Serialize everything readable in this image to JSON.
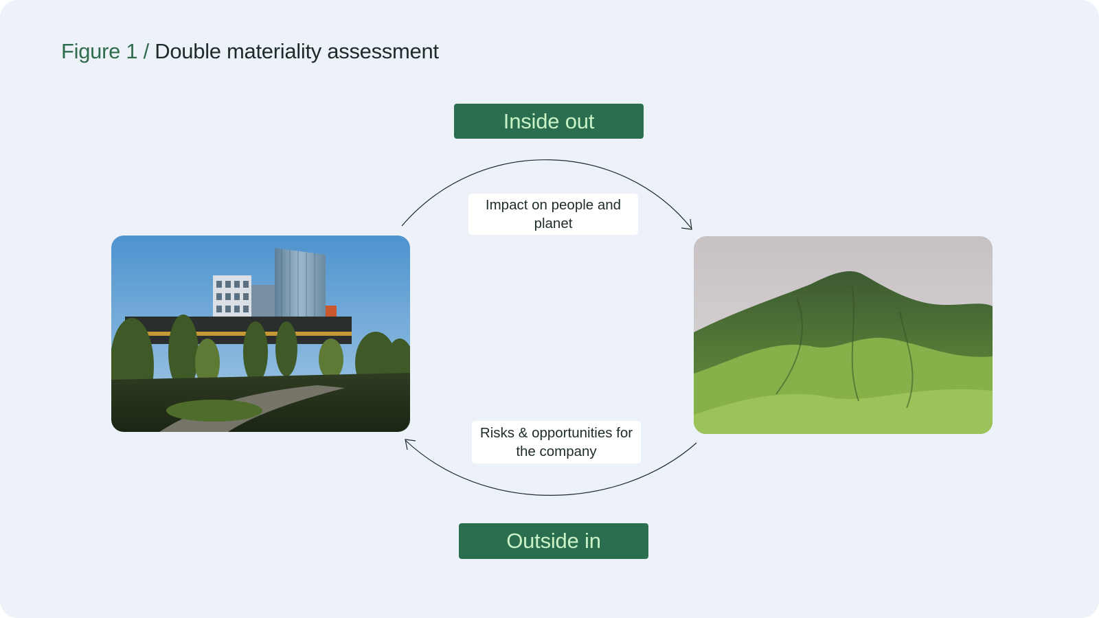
{
  "figure": {
    "prefix": "Figure 1 /",
    "title": "Double materiality assessment"
  },
  "inside_out": {
    "label": "Inside out",
    "arrow_label": "Impact on people and planet"
  },
  "outside_in": {
    "label": "Outside in",
    "arrow_label": "Risks & opportunities for the company"
  },
  "images": {
    "left": "city-buildings-park-photo",
    "right": "green-mountain-photo"
  },
  "colors": {
    "background": "#edf2f8",
    "pill_fill": "#2b6e4f",
    "pill_text": "#c9f2c7",
    "title_prefix": "#2f6b4c",
    "title_text": "#1d2b2a",
    "arrow": "#1d2b2a"
  }
}
